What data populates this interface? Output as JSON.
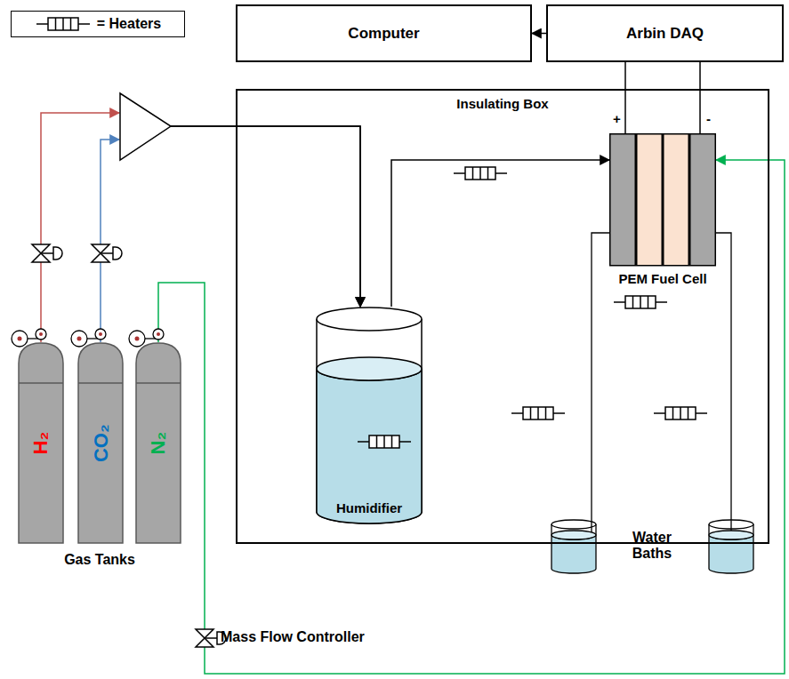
{
  "diagram": {
    "nodes": [
      {
        "text": [
          "Computer"
        ]
      },
      {
        "text": [
          "Arbin DAQ"
        ]
      },
      {
        "text": [
          "Insulating Box"
        ]
      },
      {
        "text": [
          "PEM Fuel Cell"
        ],
        "in": 2
      },
      {
        "text": [
          "Humidifier"
        ],
        "in": 2
      },
      {
        "text": [
          "H₂"
        ]
      },
      {
        "text": [
          "CO₂"
        ]
      },
      {
        "text": [
          "N₂"
        ]
      }
    ],
    "edges": [
      {
        "from": 1,
        "to": 0,
        "arrow": "to"
      },
      {
        "from": 1,
        "to": 3,
        "arrow": "none",
        "label": "+"
      },
      {
        "from": 1,
        "to": 3,
        "arrow": "none",
        "label": "-"
      },
      {
        "from": 5,
        "to": 4,
        "arrow": "to"
      },
      {
        "from": 6,
        "to": 4,
        "arrow": "to"
      },
      {
        "from": 4,
        "to": 3,
        "arrow": "to"
      },
      {
        "from": 7,
        "to": 3,
        "arrow": "to"
      }
    ],
    "labels": [
      "Gas Tanks",
      "Water Baths",
      "Mass Flow Controller"
    ],
    "legend": [
      {
        "text": "= Heaters"
      }
    ]
  }
}
